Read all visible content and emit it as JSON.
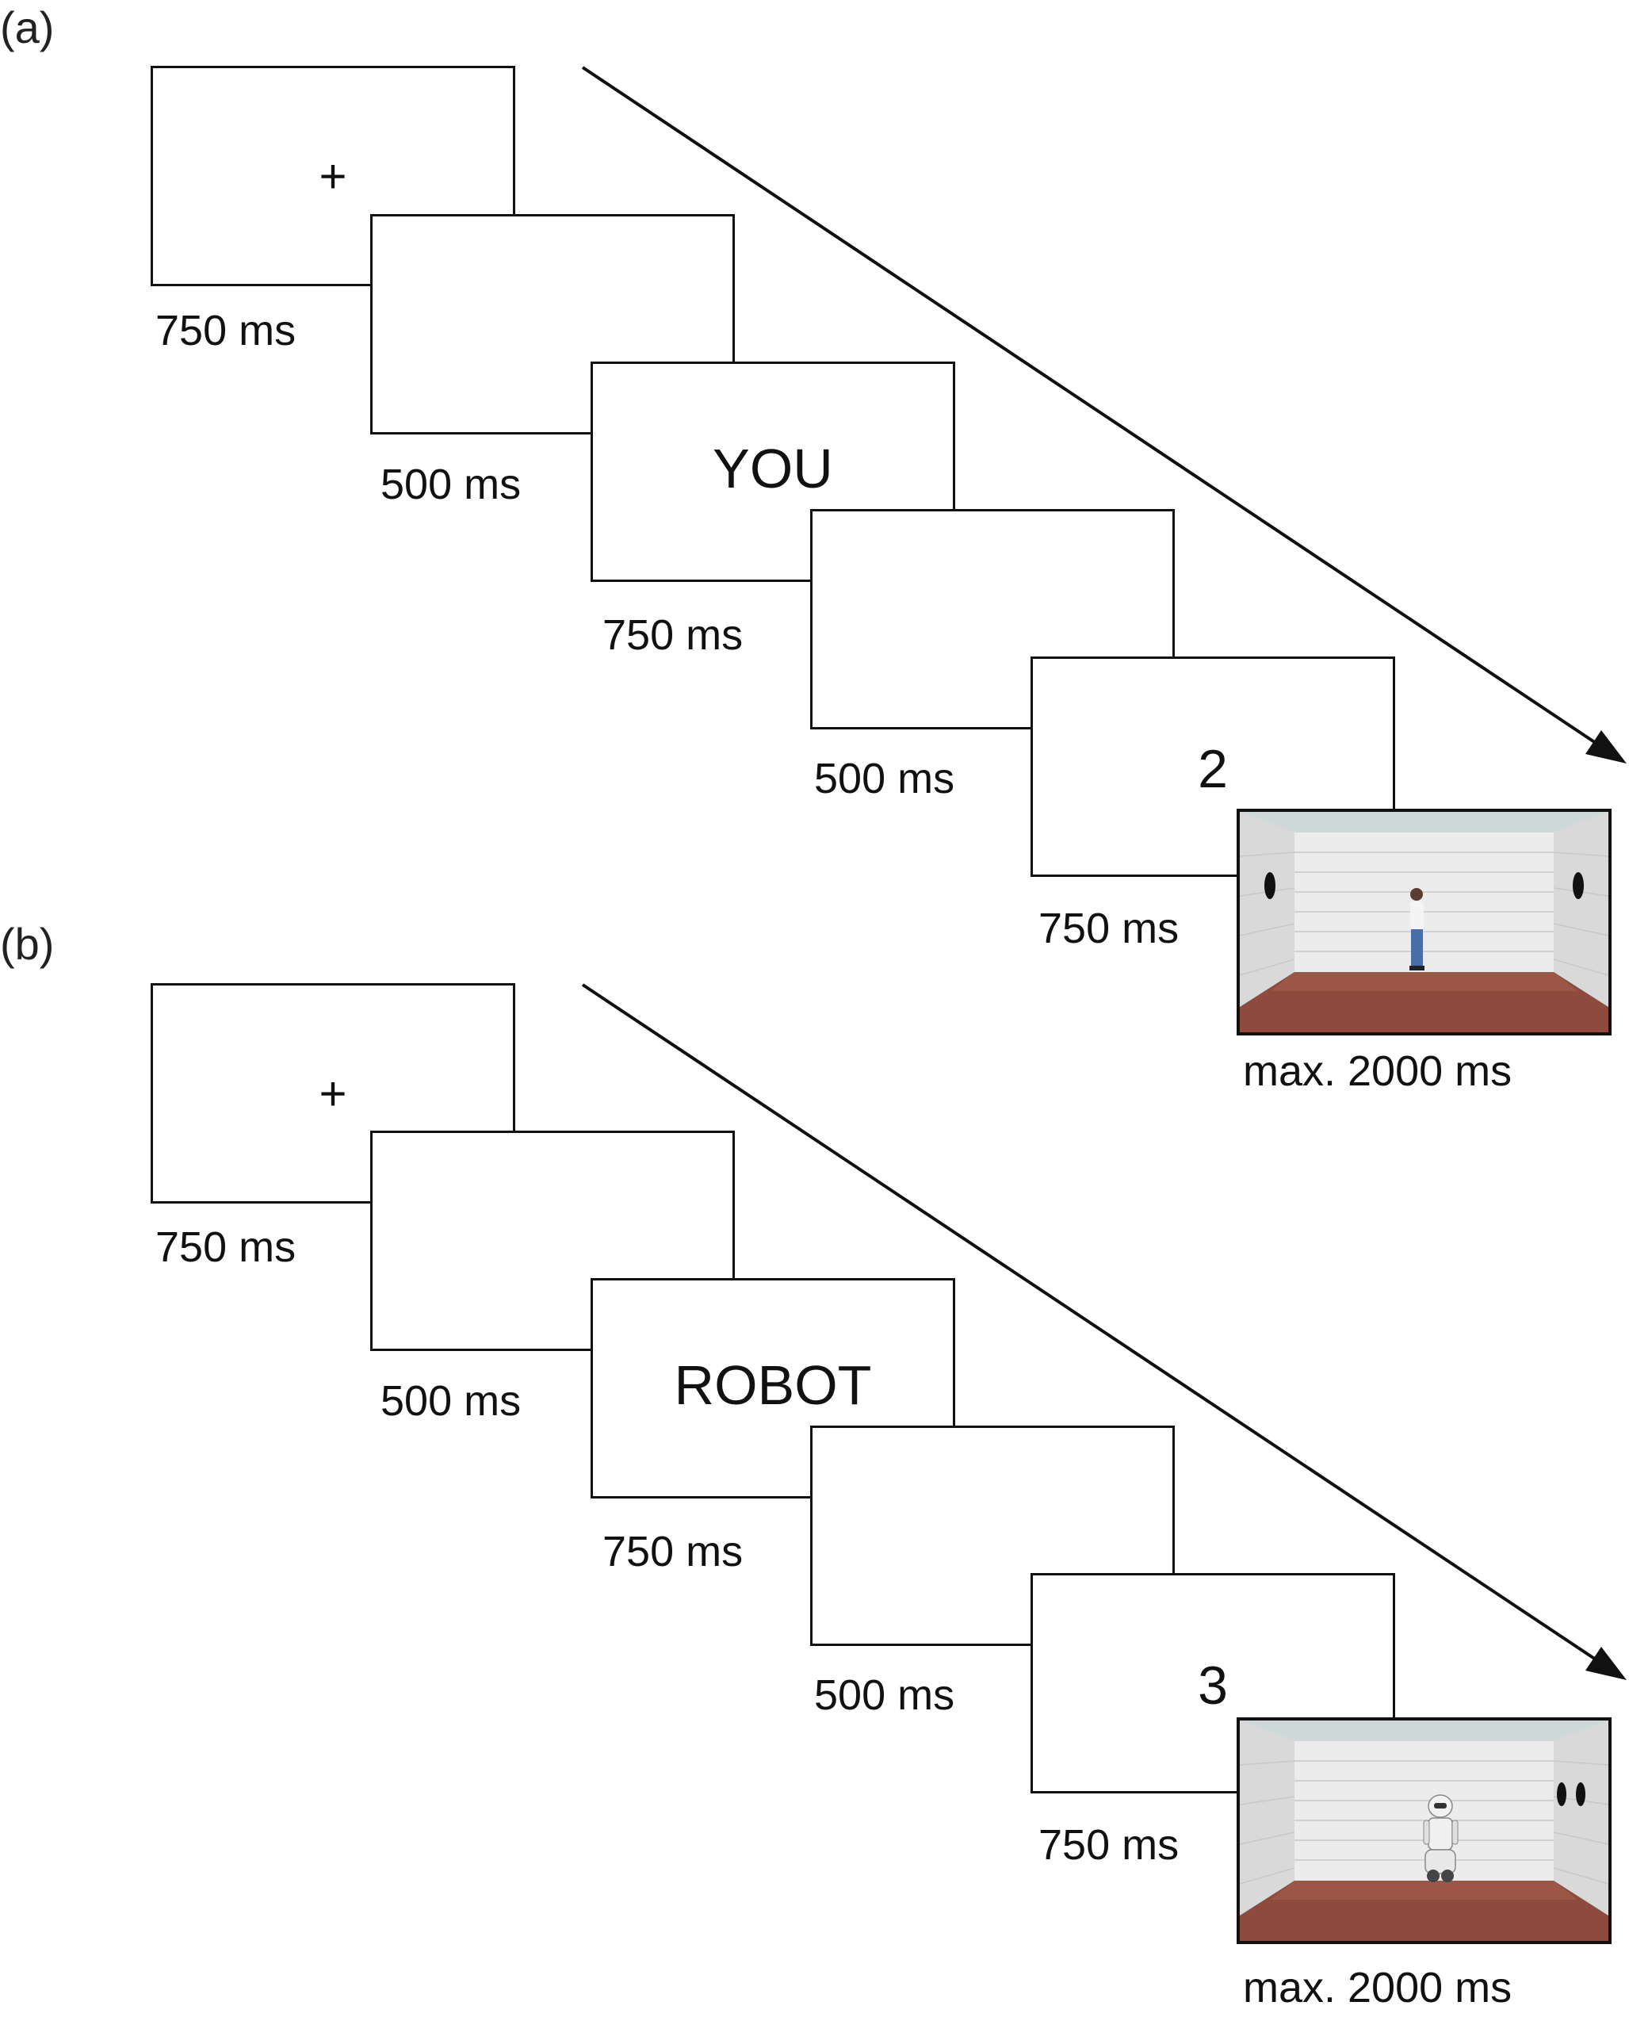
{
  "panels": [
    {
      "label": "(a)",
      "screens": [
        {
          "content": "+",
          "duration": "750 ms"
        },
        {
          "content": "",
          "duration": "500 ms"
        },
        {
          "content": "YOU",
          "duration": "750 ms"
        },
        {
          "content": "",
          "duration": "500 ms"
        },
        {
          "content": "2",
          "duration": "750 ms"
        }
      ],
      "scene": {
        "agent": "human-figure",
        "duration": "max. 2000 ms"
      }
    },
    {
      "label": "(b)",
      "screens": [
        {
          "content": "+",
          "duration": "750 ms"
        },
        {
          "content": "",
          "duration": "500 ms"
        },
        {
          "content": "ROBOT",
          "duration": "750 ms"
        },
        {
          "content": "",
          "duration": "500 ms"
        },
        {
          "content": "3",
          "duration": "750 ms"
        }
      ],
      "scene": {
        "agent": "robot-figure",
        "duration": "max. 2000 ms"
      }
    }
  ]
}
